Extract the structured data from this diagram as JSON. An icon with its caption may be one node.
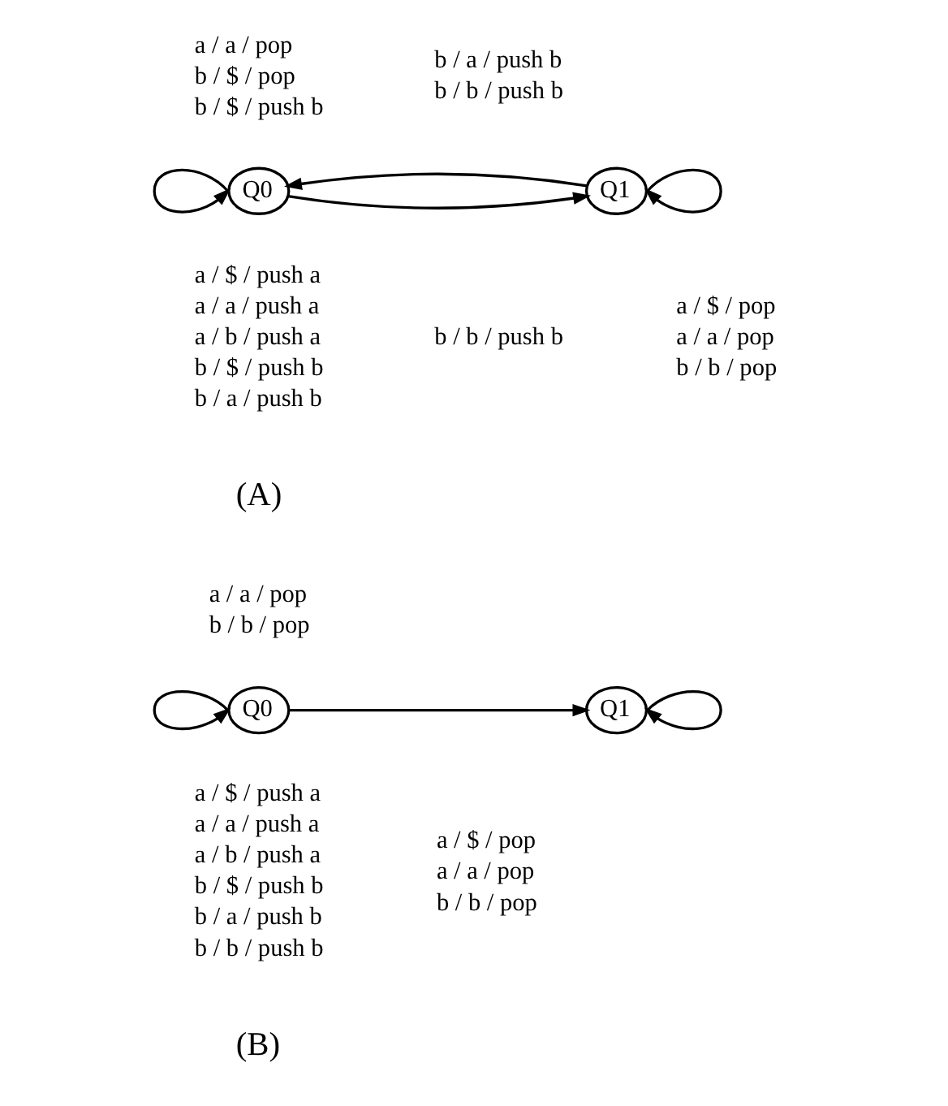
{
  "diagram": {
    "nodes": [
      {
        "text": [
          "Q0"
        ]
      },
      {
        "text": [
          "Q1"
        ]
      },
      {
        "text": [
          "Q0"
        ]
      },
      {
        "text": [
          "Q1"
        ]
      }
    ],
    "edges": [
      {
        "from": 0,
        "to": 0,
        "arrow": "to"
      },
      {
        "from": 0,
        "to": 1,
        "arrow": "to"
      },
      {
        "from": 1,
        "to": 0,
        "arrow": "to"
      },
      {
        "from": 1,
        "to": 1,
        "arrow": "to"
      },
      {
        "from": 2,
        "to": 2,
        "arrow": "to"
      },
      {
        "from": 2,
        "to": 3,
        "arrow": "to"
      },
      {
        "from": 3,
        "to": 3,
        "arrow": "to"
      }
    ],
    "labels": [
      "a / a / pop",
      "b / $ / pop",
      "b / $ / push b",
      "b / a / push b",
      "b / b / push b",
      "a / $ / push a",
      "a / a / push a",
      "a / b / push a",
      "b / $ / push b",
      "b / a / push b",
      "b / b / push b",
      "a / $ / pop",
      "a / a / pop",
      "b / b / pop",
      "(A)",
      "a / a / pop",
      "b / b / pop",
      "a / $ / push a",
      "a / a / push a",
      "a / b / push a",
      "b / $ / push b",
      "b / a / push b",
      "b / b / push b",
      "a / $ / pop",
      "a / a / pop",
      "b / b / pop",
      "(B)"
    ]
  }
}
